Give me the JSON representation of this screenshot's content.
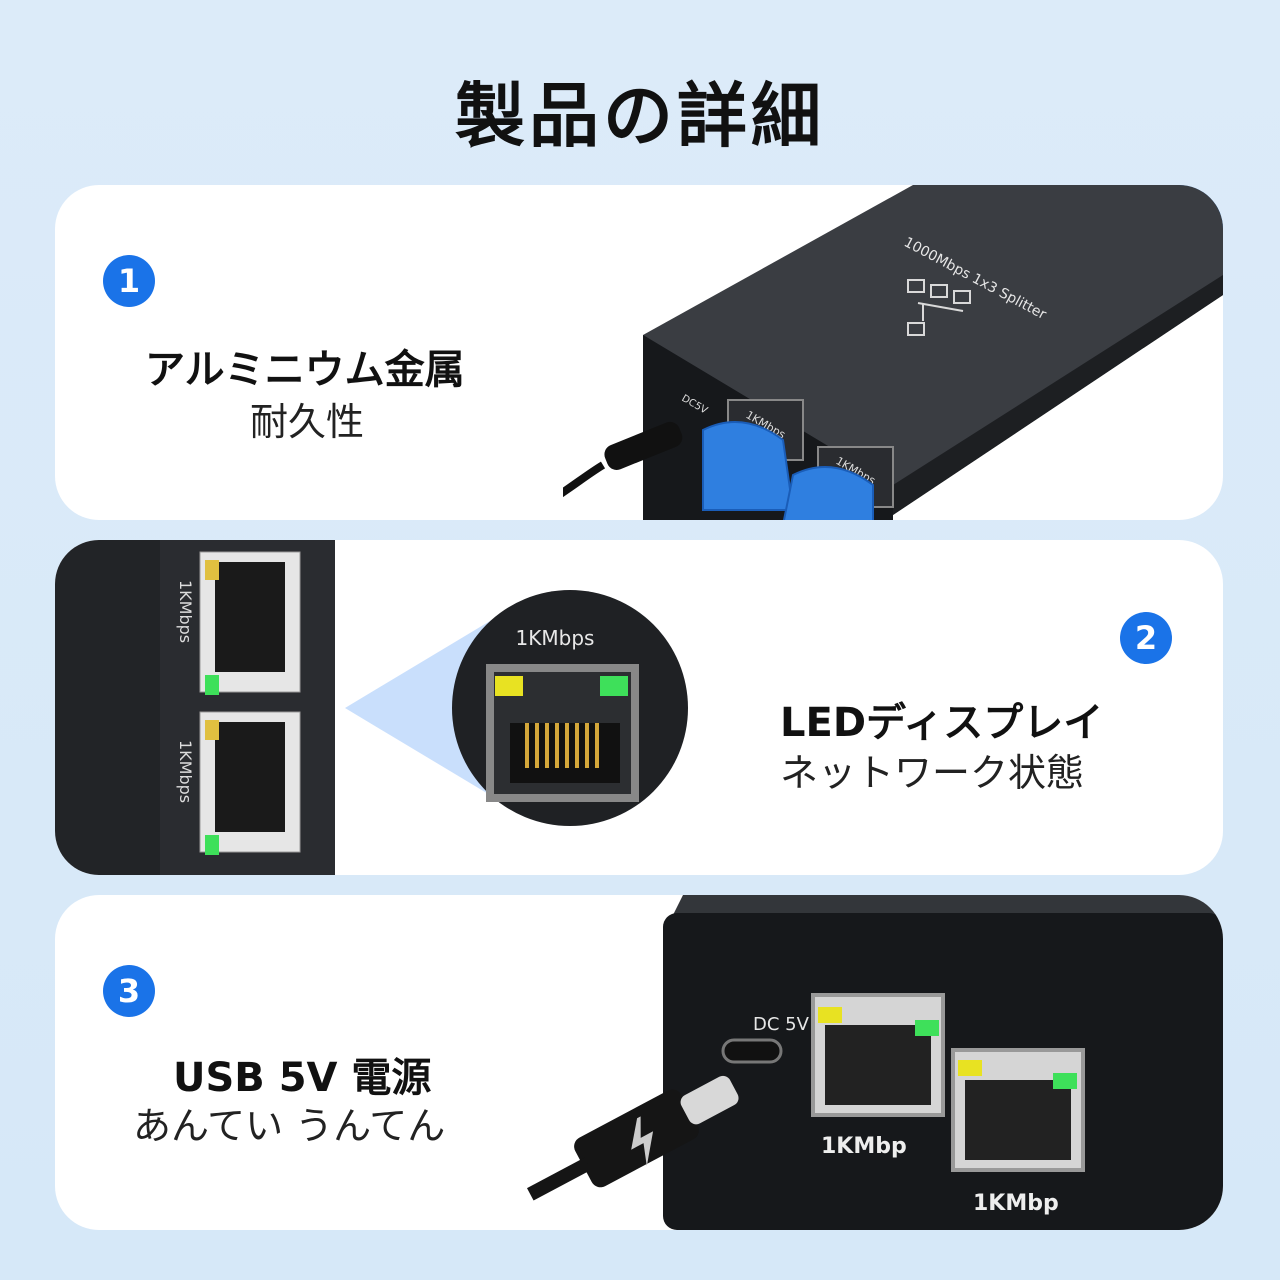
{
  "page": {
    "title": "製品の詳細"
  },
  "features": [
    {
      "number": "1",
      "headline": "アルミニウム金属",
      "sub": "耐久性"
    },
    {
      "number": "2",
      "headline": "LEDディスプレイ",
      "sub": "ネットワーク状態"
    },
    {
      "number": "3",
      "headline": "USB 5V 電源",
      "sub": "あんてい うんてん"
    }
  ],
  "device_labels": {
    "top_text": "1000Mbps 1x3 Splitter",
    "port_label": "1KMbps",
    "port_label_short": "1KMbp",
    "dc_label": "DC 5V",
    "dc_label_small": "DC5V"
  },
  "colors": {
    "accent": "#1a73e8",
    "cable": "#2f7fe0",
    "led_yellow": "#e8e222",
    "led_green": "#3ee05a"
  }
}
